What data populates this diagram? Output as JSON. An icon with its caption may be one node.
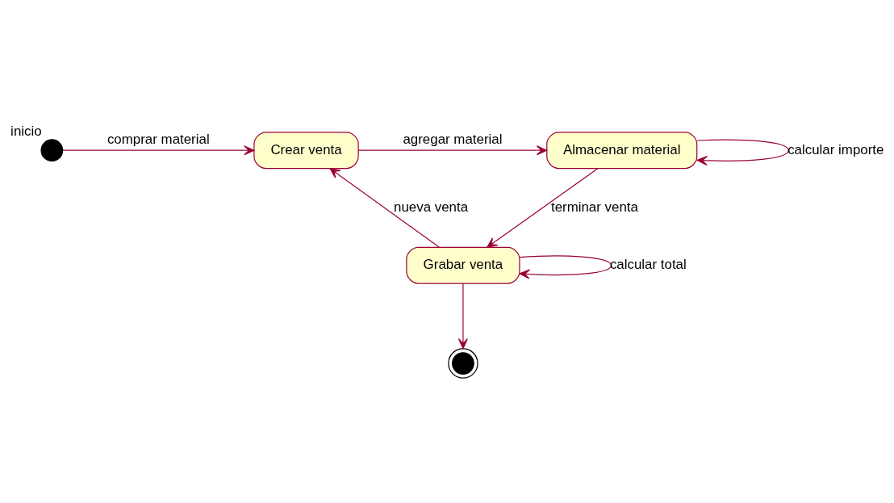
{
  "diagram": {
    "nodes": [
      {
        "text": [],
        "shape": "circle",
        "beside": [
          "inicio"
        ]
      },
      {
        "text": [
          "Crear venta"
        ]
      },
      {
        "text": [
          "Almacenar material"
        ]
      },
      {
        "text": [
          "Grabar venta"
        ]
      },
      {
        "text": [],
        "shape": "circle"
      }
    ],
    "edges": [
      {
        "from": 0,
        "to": 1,
        "arrow": "to",
        "label": "comprar material"
      },
      {
        "from": 1,
        "to": 2,
        "arrow": "to",
        "label": "agregar material"
      },
      {
        "from": 2,
        "to": 2,
        "arrow": "to",
        "label": "calcular importe"
      },
      {
        "from": 2,
        "to": 3,
        "arrow": "to",
        "label": "terminar venta"
      },
      {
        "from": 3,
        "to": 3,
        "arrow": "to",
        "label": "calcular total"
      },
      {
        "from": 3,
        "to": 1,
        "arrow": "to",
        "label": "nueva venta"
      },
      {
        "from": 3,
        "to": 4,
        "arrow": "to"
      }
    ]
  }
}
